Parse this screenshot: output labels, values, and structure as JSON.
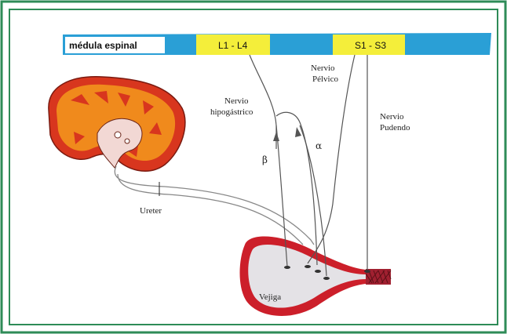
{
  "labels": {
    "spinal_cord": "médula espinal",
    "lumbar_segment": "L1 - L4",
    "sacral_segment": "S1 - S3",
    "pelvic_nerve_line1": "Nervio",
    "pelvic_nerve_line2": "Pélvico",
    "hypogastric_nerve_line1": "Nervio",
    "hypogastric_nerve_line2": "hipogástrico",
    "pudendal_nerve_line1": "Nervio",
    "pudendal_nerve_line2": "Pudendo",
    "beta": "β",
    "alpha": "α",
    "ureter": "Ureter",
    "bladder": "Vejiga"
  },
  "colors": {
    "border": "#2e8b57",
    "spinal_cord": "#2a9fd6",
    "segment_highlight": "#f4ee3a",
    "kidney_outer": "#d8361e",
    "kidney_inner": "#f08a1c",
    "bladder_wall": "#cc1f2a",
    "bladder_inside": "#e4e2e6",
    "sphincter": "#a02030"
  }
}
